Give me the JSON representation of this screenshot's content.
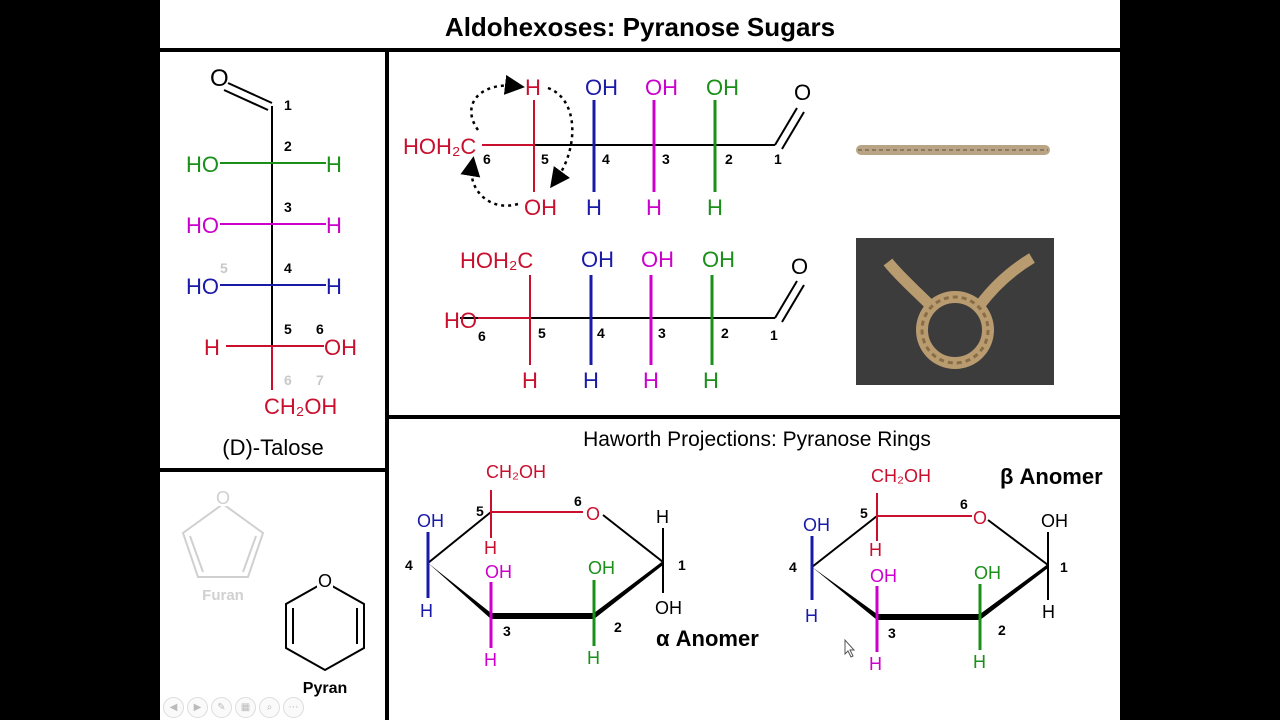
{
  "slide": {
    "title": "Aldohexoses: Pyranose Sugars"
  },
  "fischer": {
    "oxygen": "O",
    "c1": "1",
    "c2": "2",
    "c3": "3",
    "c4": "4",
    "c5": "5",
    "c6_gray": "6",
    "c7_gray": "7",
    "c5_gray": "5",
    "c6_oh": "6",
    "c2_left": "HO",
    "c2_right": "H",
    "c3_left": "HO",
    "c3_right": "H",
    "c4_left": "HO",
    "c4_right": "H",
    "c5_left": "H",
    "c5_right": "OH",
    "bottom": "CH₂OH",
    "name": "(D)-Talose"
  },
  "open_chain": {
    "top": {
      "ch2": "HOH₂C",
      "c6": "6",
      "c5": "5",
      "c4": "4",
      "c3": "3",
      "c2": "2",
      "c1": "1",
      "c5_up": "H",
      "c5_down": "OH",
      "c4_up": "OH",
      "c4_down": "H",
      "c3_up": "OH",
      "c3_down": "H",
      "c2_up": "OH",
      "c2_down": "H",
      "o": "O"
    },
    "bottom": {
      "ch2": "HOH₂C",
      "ho": "HO",
      "c6": "6",
      "c5": "5",
      "c4": "4",
      "c3": "3",
      "c2": "2",
      "c1": "1",
      "c5_down": "H",
      "c4_up": "OH",
      "c4_down": "H",
      "c3_up": "OH",
      "c3_down": "H",
      "c2_up": "OH",
      "c2_down": "H",
      "o": "O"
    }
  },
  "small_rings": {
    "furan_o": "O",
    "furan_label": "Furan",
    "pyran_o": "O",
    "pyran_label": "Pyran"
  },
  "haworth": {
    "heading": "Haworth Projections: Pyranose Rings",
    "alpha": {
      "ch2oh": "CH₂OH",
      "c5": "5",
      "c6": "6",
      "o": "O",
      "c1": "1",
      "c1_up": "H",
      "c1_down": "OH",
      "c4": "4",
      "c4_up": "OH",
      "c4_down": "H",
      "c3": "3",
      "c3_up": "OH",
      "c3_down": "H",
      "c2": "2",
      "c2_up": "OH",
      "c2_down": "H",
      "c5_down": "H",
      "label": "α Anomer"
    },
    "beta": {
      "ch2oh": "CH₂OH",
      "c5": "5",
      "c6": "6",
      "o": "O",
      "c1": "1",
      "c1_up": "OH",
      "c1_down": "H",
      "c4": "4",
      "c4_up": "OH",
      "c4_down": "H",
      "c3": "3",
      "c3_up": "OH",
      "c3_down": "H",
      "c2": "2",
      "c2_up": "OH",
      "c2_down": "H",
      "c5_down": "H",
      "label": "β Anomer"
    }
  },
  "colors": {
    "red": "#c8102e",
    "green": "#1a8f1a",
    "magenta": "#cc00cc",
    "blue": "#1a1aa8",
    "gray": "#c8c8c8"
  },
  "controls": [
    "prev-icon",
    "next-icon",
    "pen-icon",
    "slides-icon",
    "zoom-icon",
    "more-icon"
  ]
}
